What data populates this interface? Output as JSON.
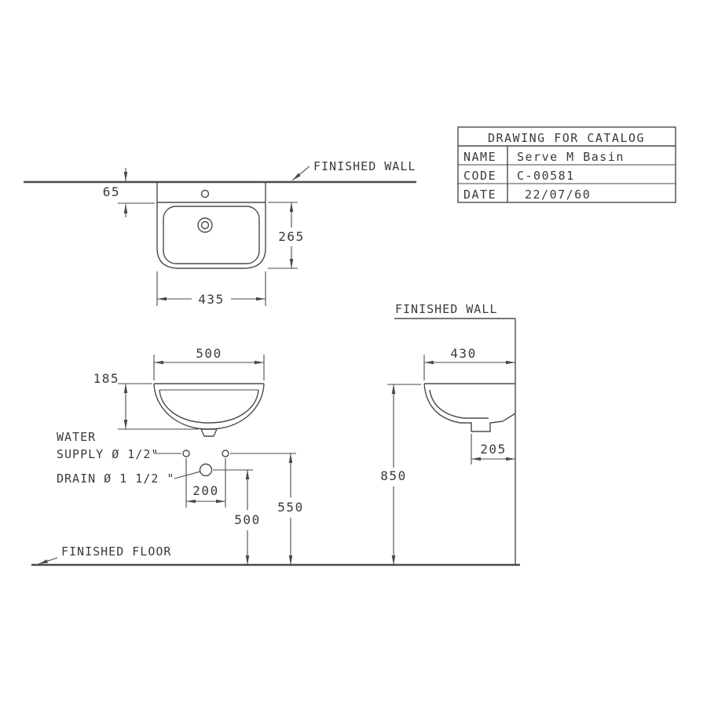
{
  "colors": {
    "line": "#4a4a4a",
    "text": "#3a3a3a",
    "background": "#ffffff"
  },
  "title_block": {
    "title": "DRAWING FOR CATALOG",
    "rows": [
      {
        "label": "NAME",
        "value": "Serve M Basin"
      },
      {
        "label": "CODE",
        "value": "C-00581"
      },
      {
        "label": "DATE",
        "value": "22/07/60"
      }
    ]
  },
  "annotations": {
    "finished_wall_top": "FINISHED WALL",
    "finished_wall_side": "FINISHED WALL",
    "finished_floor": "FINISHED FLOOR",
    "water_supply_line1": "WATER",
    "water_supply_line2": "SUPPLY Ø 1/2\"",
    "drain_label": "DRAIN Ø 1 1/2 \""
  },
  "dimensions": {
    "wall_to_hole_offset": "65",
    "plan_depth": "265",
    "plan_width": "435",
    "front_width": "500",
    "basin_height": "185",
    "supply_spacing": "200",
    "drain_height_from_floor": "500",
    "supply_height_from_floor": "550",
    "side_depth": "430",
    "drain_wall_offset": "205",
    "rim_height_from_floor": "850"
  }
}
